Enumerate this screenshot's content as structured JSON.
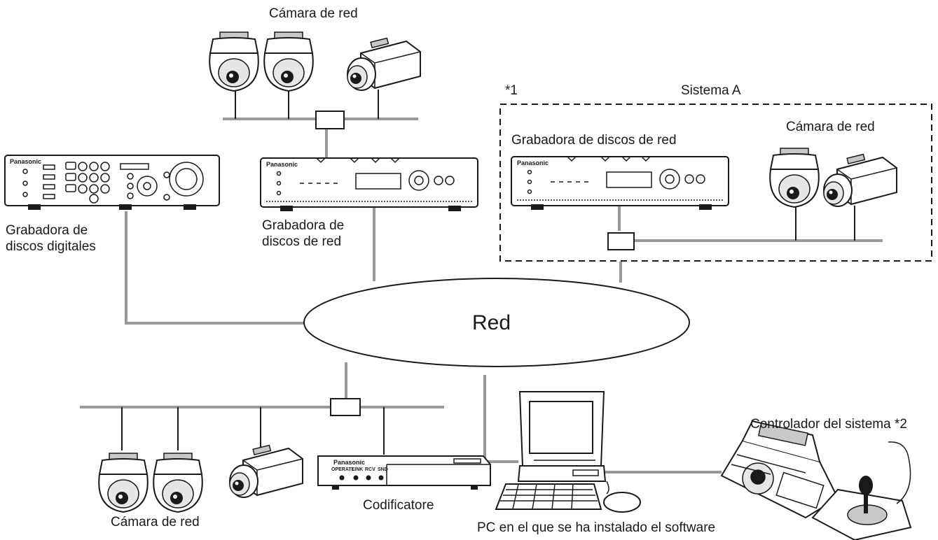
{
  "labels": {
    "top_camera": "Cámara de red",
    "system_a_mark": "*1",
    "system_a_title": "Sistema A",
    "system_a_recorder": "Grabadora de discos de red",
    "system_a_camera": "Cámara de red",
    "digital_recorder_line1": "Grabadora de",
    "digital_recorder_line2": "discos digitales",
    "net_recorder_line1": "Grabadora de",
    "net_recorder_line2": "discos de red",
    "network": "Red",
    "controller": "Controlador del sistema *2",
    "bottom_camera": "Cámara de red",
    "encoder": "Codificatore",
    "pc": "PC en el que se ha instalado el software"
  },
  "brand": "Panasonic",
  "encoder_indicators": [
    "OPERATE",
    "LINK",
    "RCV",
    "SND"
  ],
  "colors": {
    "cable": "#999999",
    "outline": "#1a1a1a",
    "system_border": "#1a1a1a"
  }
}
